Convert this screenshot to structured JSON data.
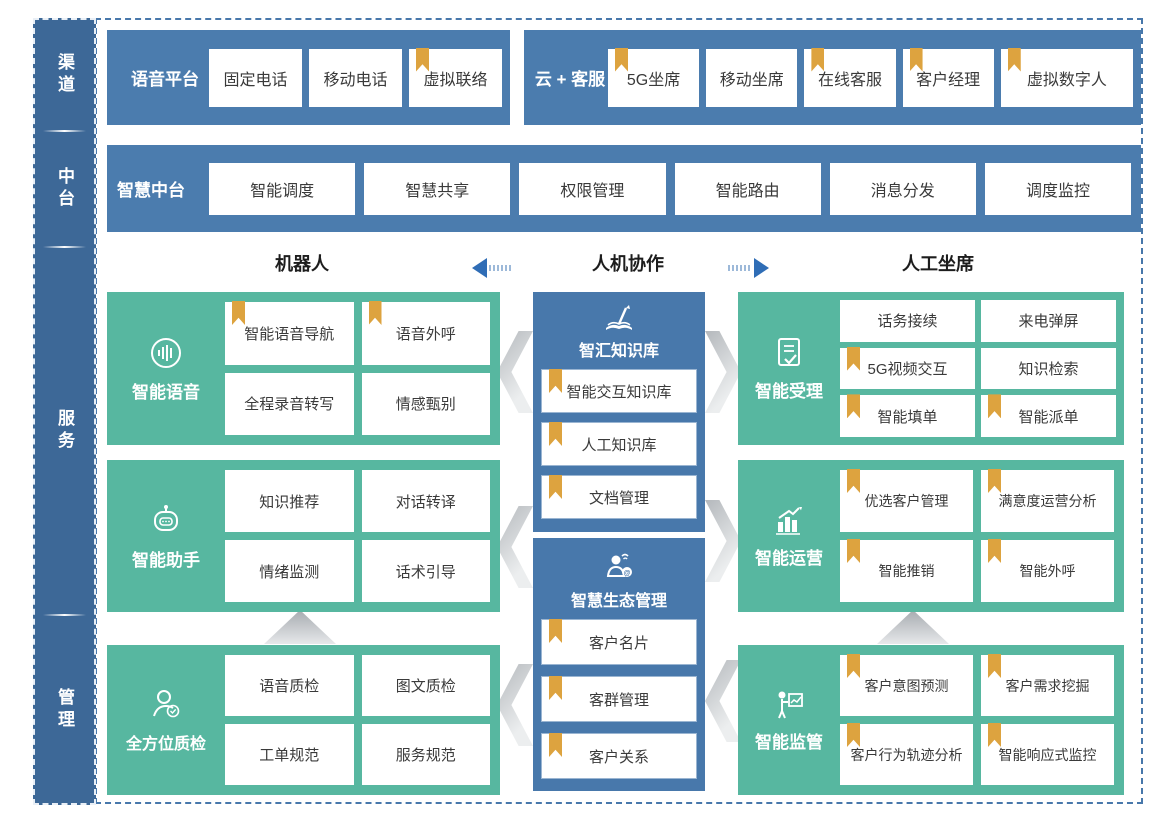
{
  "colors": {
    "layer_bar": "#3d6897",
    "panel_blue": "#4b7cae",
    "mid_blue": "#4878ab",
    "teal": "#57b7a0",
    "bookmark_gold": "#dda33f",
    "arrow_blue": "#2f6db6",
    "border_dash": "#4878ab"
  },
  "sidebar": {
    "sections": [
      {
        "label": "渠道"
      },
      {
        "label": "中台"
      },
      {
        "label": "服务"
      },
      {
        "label": "管理"
      }
    ]
  },
  "channel_row": {
    "voice_platform": {
      "title": "语音平台",
      "items": [
        {
          "label": "固定电话",
          "bookmark": false
        },
        {
          "label": "移动电话",
          "bookmark": false
        },
        {
          "label": "虚拟联络",
          "bookmark": true
        }
      ]
    },
    "cloud_service": {
      "title": "云 + 客服",
      "items": [
        {
          "label": "5G坐席",
          "bookmark": true
        },
        {
          "label": "移动坐席",
          "bookmark": false
        },
        {
          "label": "在线客服",
          "bookmark": true
        },
        {
          "label": "客户经理",
          "bookmark": true
        },
        {
          "label": "虚拟数字人",
          "bookmark": true
        }
      ]
    }
  },
  "middle_platform": {
    "title": "智慧中台",
    "items": [
      {
        "label": "智能调度"
      },
      {
        "label": "智慧共享"
      },
      {
        "label": "权限管理"
      },
      {
        "label": "智能路由"
      },
      {
        "label": "消息分发"
      },
      {
        "label": "调度监控"
      }
    ]
  },
  "collab_header": {
    "left": "机器人",
    "center": "人机协作",
    "right": "人工坐席"
  },
  "service_left": [
    {
      "title": "智能语音",
      "icon": "voice-wave-icon",
      "items": [
        {
          "label": "智能语音导航",
          "bookmark": true
        },
        {
          "label": "语音外呼",
          "bookmark": true
        },
        {
          "label": "全程录音转写",
          "bookmark": false
        },
        {
          "label": "情感甄别",
          "bookmark": false
        }
      ]
    },
    {
      "title": "智能助手",
      "icon": "robot-icon",
      "items": [
        {
          "label": "知识推荐",
          "bookmark": false
        },
        {
          "label": "对话转译",
          "bookmark": false
        },
        {
          "label": "情绪监测",
          "bookmark": false
        },
        {
          "label": "话术引导",
          "bookmark": false
        }
      ]
    },
    {
      "title": "全方位质检",
      "icon": "inspector-person-icon",
      "items": [
        {
          "label": "语音质检",
          "bookmark": false
        },
        {
          "label": "图文质检",
          "bookmark": false
        },
        {
          "label": "工单规范",
          "bookmark": false
        },
        {
          "label": "服务规范",
          "bookmark": false
        }
      ]
    }
  ],
  "service_center": [
    {
      "title": "智汇知识库",
      "icon": "knowledge-book-icon",
      "items": [
        {
          "label": "智能交互知识库",
          "bookmark": true
        },
        {
          "label": "人工知识库",
          "bookmark": true
        },
        {
          "label": "文档管理",
          "bookmark": true
        }
      ]
    },
    {
      "title": "智慧生态管理",
      "icon": "ecosystem-person-icon",
      "items": [
        {
          "label": "客户名片",
          "bookmark": true
        },
        {
          "label": "客群管理",
          "bookmark": true
        },
        {
          "label": "客户关系",
          "bookmark": true
        }
      ]
    }
  ],
  "service_right": [
    {
      "title": "智能受理",
      "icon": "document-check-icon",
      "items": [
        {
          "label": "话务接续",
          "bookmark": false
        },
        {
          "label": "来电弹屏",
          "bookmark": false
        },
        {
          "label": "5G视频交互",
          "bookmark": true
        },
        {
          "label": "知识检索",
          "bookmark": false
        },
        {
          "label": "智能填单",
          "bookmark": true
        },
        {
          "label": "智能派单",
          "bookmark": true
        }
      ]
    },
    {
      "title": "智能运营",
      "icon": "chart-growth-icon",
      "items": [
        {
          "label": "优选客户管理",
          "bookmark": true
        },
        {
          "label": "满意度运营分析",
          "bookmark": true
        },
        {
          "label": "智能推销",
          "bookmark": true
        },
        {
          "label": "智能外呼",
          "bookmark": true
        }
      ]
    },
    {
      "title": "智能监管",
      "icon": "monitor-board-icon",
      "items": [
        {
          "label": "客户意图预测",
          "bookmark": true
        },
        {
          "label": "客户需求挖掘",
          "bookmark": true
        },
        {
          "label": "客户行为轨迹分析",
          "bookmark": true
        },
        {
          "label": "智能响应式监控",
          "bookmark": true
        }
      ]
    }
  ]
}
